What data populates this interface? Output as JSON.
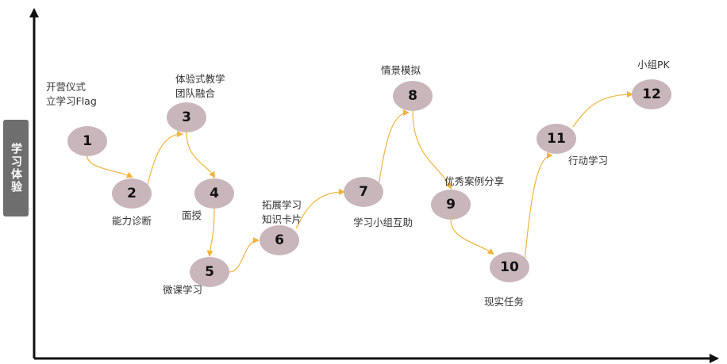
{
  "y_axis_label": "学习体验",
  "accent_color": "#f0b43a",
  "node_color": "#c9b6ba",
  "steps": [
    {
      "num": "1",
      "label_lines": [
        "开营仪式",
        "立学习Flag"
      ]
    },
    {
      "num": "2",
      "label_lines": [
        "能力诊断"
      ]
    },
    {
      "num": "3",
      "label_lines": [
        "体验式教学",
        "团队融合"
      ]
    },
    {
      "num": "4",
      "label_lines": [
        "面授"
      ]
    },
    {
      "num": "5",
      "label_lines": [
        "微课学习"
      ]
    },
    {
      "num": "6",
      "label_lines": [
        "拓展学习",
        "知识卡片"
      ]
    },
    {
      "num": "7",
      "label_lines": [
        "学习小组互助"
      ]
    },
    {
      "num": "8",
      "label_lines": [
        "情景模拟"
      ]
    },
    {
      "num": "9",
      "label_lines": [
        "优秀案例分享"
      ]
    },
    {
      "num": "10",
      "label_lines": [
        "现实任务"
      ]
    },
    {
      "num": "11",
      "label_lines": [
        "行动学习"
      ]
    },
    {
      "num": "12",
      "label_lines": [
        "小组PK"
      ]
    }
  ]
}
